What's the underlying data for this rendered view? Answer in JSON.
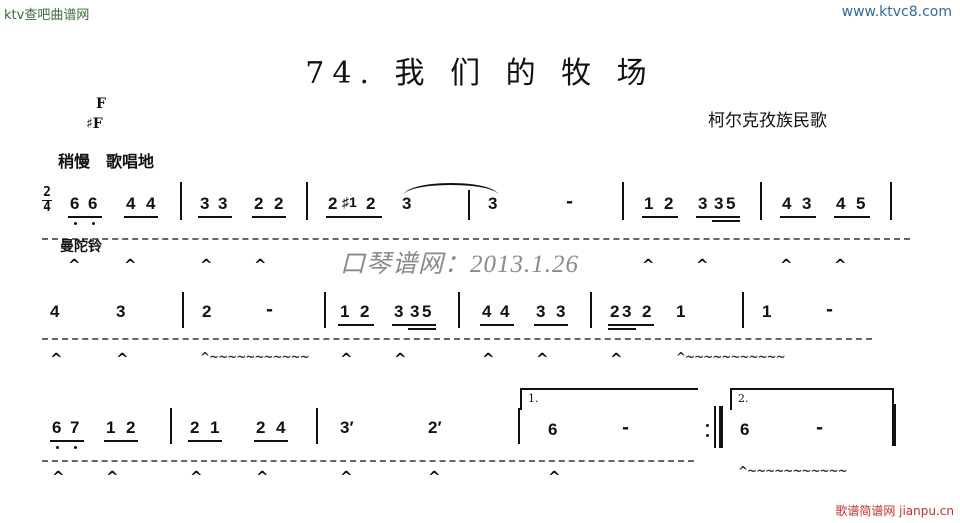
{
  "watermarks": {
    "top_left": "ktv查吧曲谱网",
    "top_right": "www.ktvc8.com",
    "middle": "口琴谱网：2013.1.26",
    "bottom_right": "歌谱简谱网 jianpu.cn"
  },
  "header": {
    "title": "74. 我 们 的 牧 场",
    "composer": "柯尔克孜族民歌",
    "key_line1": "F",
    "key_line2": "♯F",
    "tempo": "稍慢　歌唱地",
    "time_top": "2",
    "time_bottom": "4",
    "instrument": "曼陀铃"
  },
  "score": {
    "row1": {
      "notes": [
        "6",
        "6",
        "4",
        "4",
        "3",
        "3",
        "2",
        "2",
        "2",
        "♯1",
        "2",
        "3",
        "3",
        "-",
        "1",
        "2",
        "3",
        "3",
        "5",
        "4",
        "3",
        "4",
        "5"
      ]
    },
    "row2": {
      "notes": [
        "4",
        "3",
        "2",
        "-",
        "1",
        "2",
        "3",
        "3",
        "5",
        "4",
        "4",
        "3",
        "3",
        "2",
        "3",
        "2",
        "1",
        "1",
        "-"
      ]
    },
    "row3": {
      "notes": [
        "6",
        "7",
        "1",
        "2",
        "2",
        "1",
        "2",
        "4",
        "3′",
        "2′",
        "6",
        "-",
        "6",
        "-"
      ],
      "volta1": "1.",
      "volta2": "2."
    },
    "accent_mark": "^",
    "trill_mark": "^~~~~~~~~~~~"
  }
}
